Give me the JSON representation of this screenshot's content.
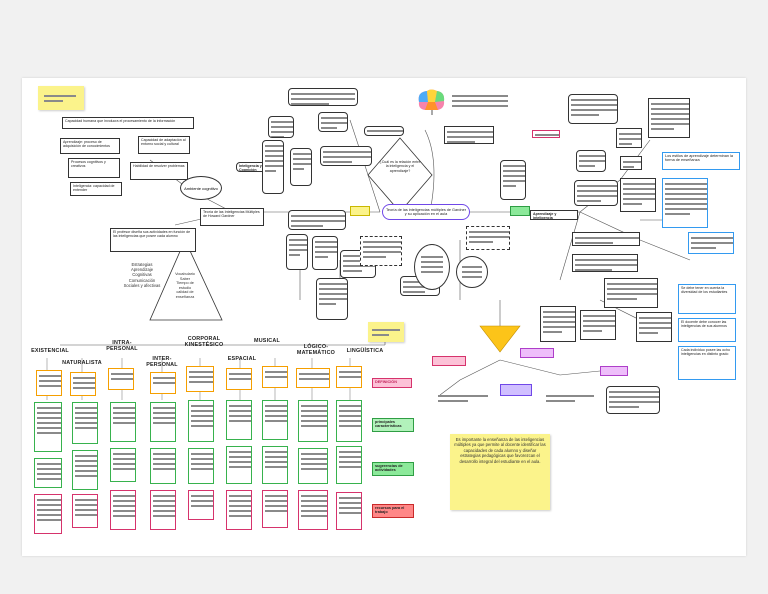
{
  "sticky_top_left": "",
  "intro_boxes": [
    "Capacidad humana que involucra el procesamiento de la información",
    "Aprendizaje: proceso de adquisición de conocimientos",
    "Capacidad de adaptación al entorno social y cultural",
    "Procesos cognitivos y creativos",
    "Habilidad de resolver problemas",
    "Inteligencia: capacidad de entender"
  ],
  "center_left": {
    "ambiente": "Ambiente cognitivo",
    "inteligencia": "Inteligencia y Cognición",
    "teoria": "Teoría de las Inteligencias Múltiples de Howard Gardner",
    "description": "El profesor diseña sus actividades en función de las inteligencias que posee cada alumno"
  },
  "left_list": [
    "Estrategias",
    "Aprendizaje",
    "Cognitivas",
    "Comunicación",
    "Sociales y afectivas"
  ],
  "triangle_labels": [
    "Vocabulario",
    "Saber",
    "Tiempo de",
    "estudio",
    "calidad de",
    "enseñanza"
  ],
  "main_topic": "Teoría de las inteligencias múltiples de Gardner y su aplicación en el aula",
  "question_diamond": "¿Cuál es la relación entre la inteligencia y el aprendizaje?",
  "right_center": "Aprendizaje y inteligencia",
  "categories": [
    "EXISTENCIAL",
    "NATURALISTA",
    "INTRA-PERSONAL",
    "INTER-PERSONAL",
    "CORPORAL KINESTÉSICO",
    "ESPACIAL",
    "MUSICAL",
    "LÓGICO-MATEMÁTICO",
    "LINGÜÍSTICA"
  ],
  "side_tags": {
    "definicion": "DEFINICIÓN",
    "principales": "principales características",
    "sugerencias": "sugerencias de actividades",
    "recursos": "recursos para el trabajo"
  },
  "bottom_sticky": "Es importante la enseñanza de las inteligencias múltiples ya que permite al docente identificar las capacidades de cada alumno y diseñar estrategias pedagógicas que favorezcan el desarrollo integral del estudiante en el aula.",
  "right_sticky_top": "Los estilos de aprendizaje determinan la forma de enseñanza",
  "right_notes": [
    "Se debe tener en cuenta la diversidad de los estudiantes",
    "El docente debe conocer las inteligencias de sus alumnos",
    "Cada individuo posee las ocho inteligencias en distinto grado"
  ],
  "colors": {
    "green": "#37b24d",
    "magenta": "#d6336c",
    "blue": "#339af0",
    "purple": "#ae3ec9",
    "yellow": "#fbf38b",
    "orange": "#f59f00"
  }
}
